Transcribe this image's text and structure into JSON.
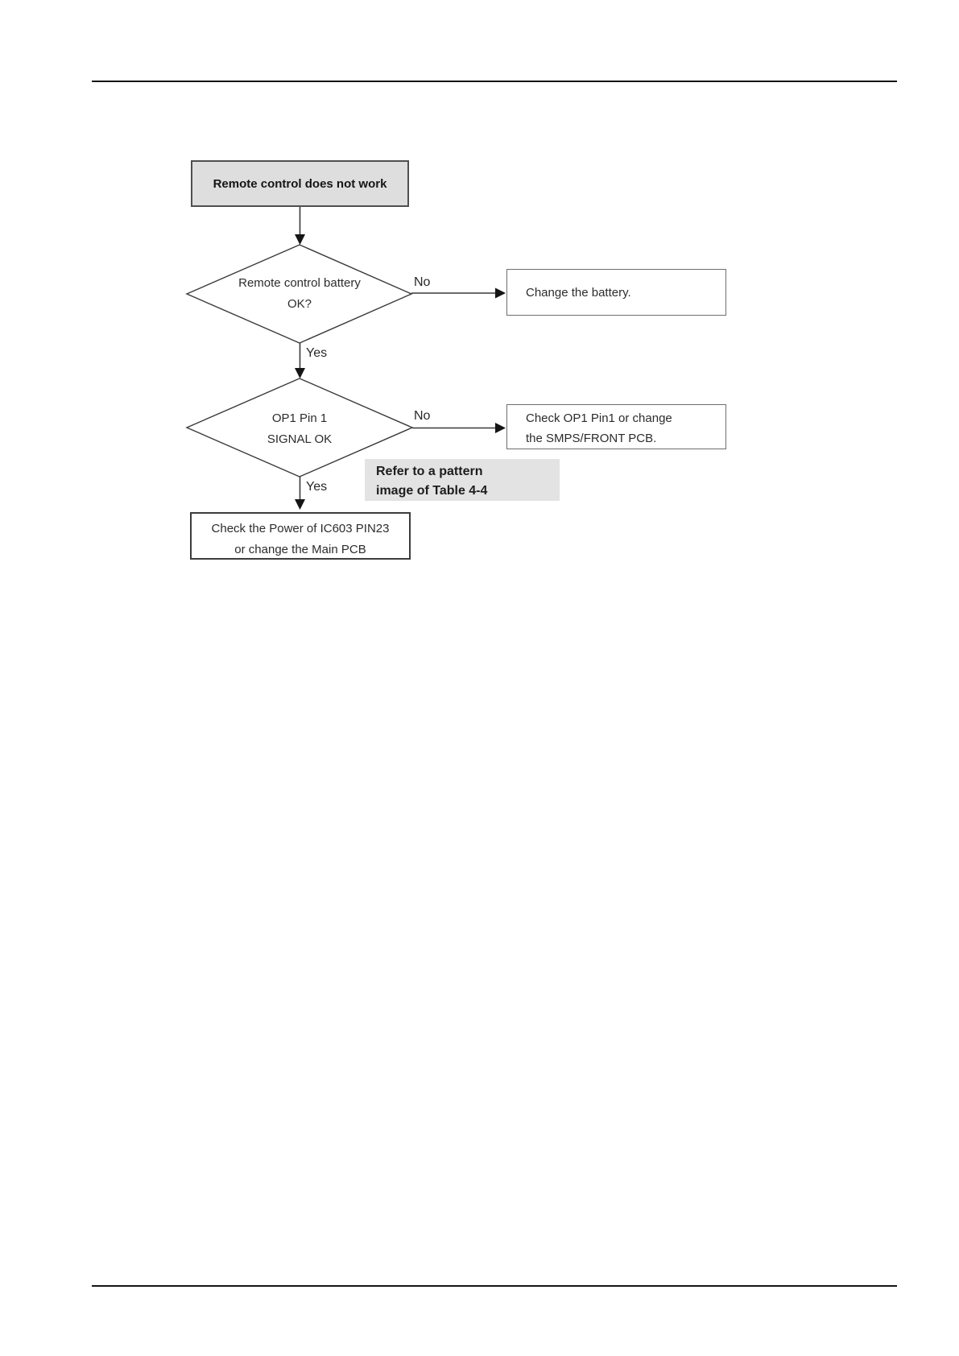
{
  "flowchart": {
    "start": {
      "label": "Remote control does not work"
    },
    "decision_battery": {
      "line1": "Remote control battery",
      "line2": "OK?"
    },
    "decision_signal": {
      "line1": "OP1 Pin 1",
      "line2": "SIGNAL OK"
    },
    "action_change_battery": {
      "label": "Change the battery."
    },
    "action_check_op1": {
      "line1": "Check OP1 Pin1 or change",
      "line2": "the SMPS/FRONT PCB."
    },
    "action_check_power": {
      "line1": "Check the Power of IC603 PIN23",
      "line2": "or change the Main PCB"
    },
    "note": {
      "line1": "Refer to a pattern",
      "line2": "image of Table 4-4"
    },
    "branch_labels": {
      "decision1_no": "No",
      "decision1_yes": "Yes",
      "decision2_no": "No",
      "decision2_yes": "Yes"
    }
  },
  "colors": {
    "page_background": "#ffffff",
    "start_node_fill": "#dedede",
    "note_fill": "#e3e3e3",
    "connector": "#3a3a3a",
    "text": "#2c2c2c",
    "rule": "#141414"
  }
}
